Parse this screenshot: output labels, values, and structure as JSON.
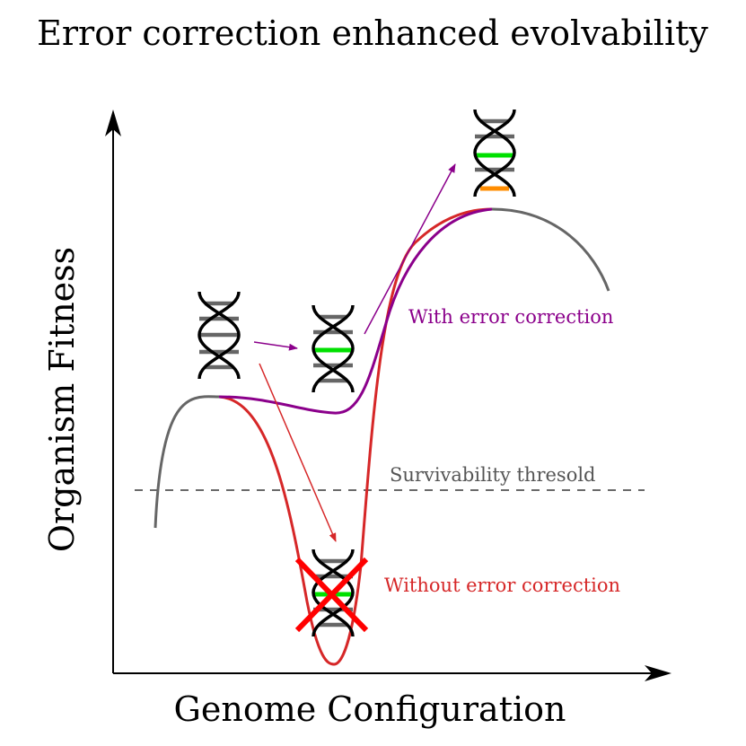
{
  "title": "Error correction enhanced evolvability",
  "axes": {
    "x_label": "Genome Configuration",
    "y_label": "Organism Fitness"
  },
  "annotations": {
    "with_error_correction": "With error correction",
    "without_error_correction": "Without error correction",
    "threshold": "Survivability thresold"
  },
  "colors": {
    "landscape": "#666666",
    "with_path": "#8b008b",
    "without_path": "#d62728",
    "threshold": "#555555",
    "mutation_highlight": "#00e000",
    "second_mutation": "#ff8c00",
    "rung": "#666666",
    "strand": "#000000",
    "death_cross": "#ff0000"
  },
  "icons": {
    "genome": "dna-helix-icon",
    "death": "red-x-icon"
  }
}
